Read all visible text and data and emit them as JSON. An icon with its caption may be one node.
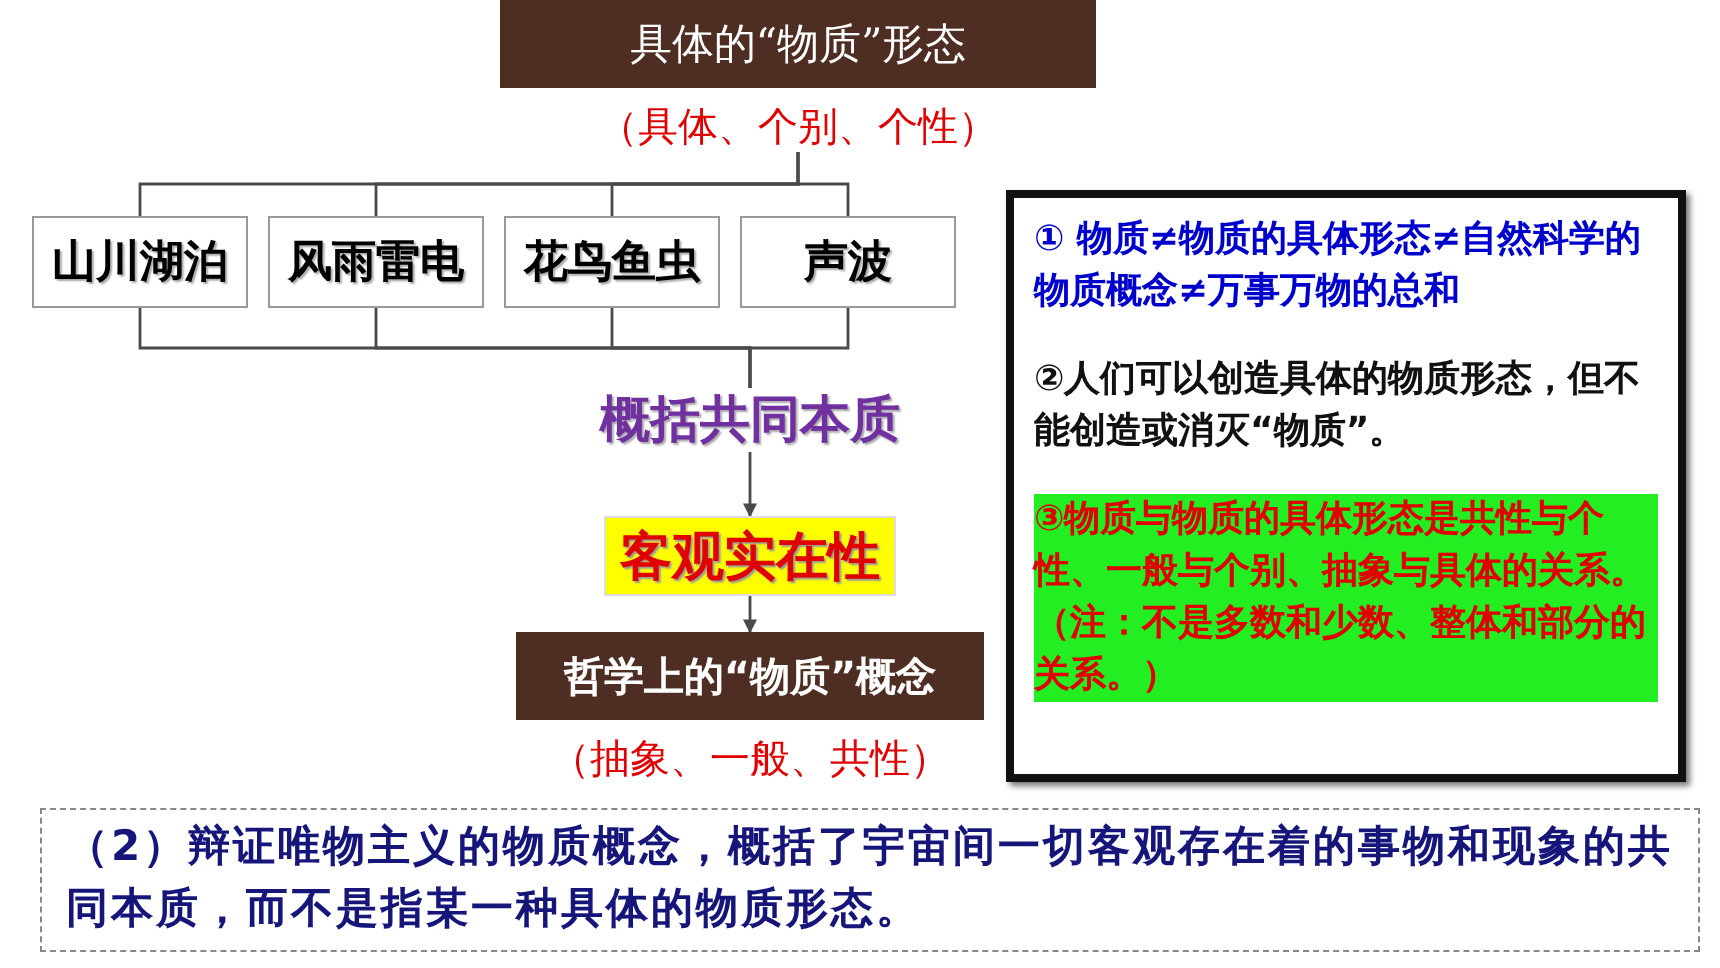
{
  "diagram": {
    "nodes": [
      {
        "text": [
          "具体的“物质”形态"
        ],
        "beside": [
          "（具体、个别、个性）"
        ]
      },
      {
        "text": [
          "山川湖泊"
        ]
      },
      {
        "text": [
          "风雨雷电"
        ]
      },
      {
        "text": [
          "花鸟鱼虫"
        ]
      },
      {
        "text": [
          "声波"
        ]
      },
      {
        "text": [
          "概括共同本质"
        ]
      },
      {
        "text": [
          "客观实在性"
        ]
      },
      {
        "text": [
          "哲学上的“物质”概念"
        ],
        "beside": [
          "（抽象、一般、共性）"
        ]
      },
      {
        "text": [
          "① 物质≠物质的具体形态≠自然科学的物质概念≠万事万物的总和",
          "②人们可以创造具体的物质形态，但不能创造或消灭“物质”。",
          "③物质与物质的具体形态是共性与个性、一般与个别、抽象与具体的关系。（注：不是多数和少数、整体和部分的关系。）"
        ]
      },
      {
        "text": [
          "（2）辩证唯物主义的物质概念，概括了宇宙间一切客观存在着的事物和现象的共同本质，而不是指某一种具体的物质形态。"
        ]
      }
    ],
    "edges": [
      {
        "from": 0,
        "to": 1,
        "arrow": "none"
      },
      {
        "from": 0,
        "to": 2,
        "arrow": "none"
      },
      {
        "from": 0,
        "to": 3,
        "arrow": "none"
      },
      {
        "from": 0,
        "to": 4,
        "arrow": "none"
      },
      {
        "from": 1,
        "to": 5,
        "arrow": "none"
      },
      {
        "from": 2,
        "to": 5,
        "arrow": "none"
      },
      {
        "from": 3,
        "to": 5,
        "arrow": "none"
      },
      {
        "from": 4,
        "to": 5,
        "arrow": "none"
      },
      {
        "from": 5,
        "to": 6,
        "arrow": "to"
      },
      {
        "from": 6,
        "to": 7,
        "arrow": "to"
      }
    ]
  }
}
